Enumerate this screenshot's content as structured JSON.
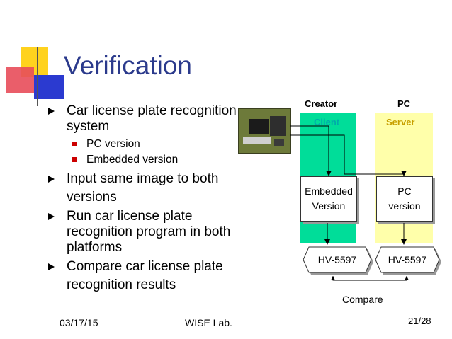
{
  "title": "Verification",
  "bullets": [
    {
      "text": "Car license plate recognition system",
      "sub": [
        "PC version",
        "Embedded version"
      ]
    },
    {
      "text": "Input same image to both versions",
      "sub": []
    },
    {
      "text": "Run car license plate recognition program in both platforms",
      "sub": []
    },
    {
      "text": "Compare car license plate recognition results",
      "sub": []
    }
  ],
  "diagram": {
    "creator_label": "Creator",
    "pc_label": "PC",
    "client_label": "Client",
    "server_label": "Server",
    "embedded_line1": "Embedded",
    "embedded_line2": "Version",
    "pc_line1": "PC",
    "pc_line2": "version",
    "left_output": "HV-5597",
    "right_output": "HV-5597",
    "compare_label": "Compare"
  },
  "footer": {
    "date": "03/17/15",
    "lab": "WISE Lab.",
    "page": "21/28"
  },
  "colors": {
    "title": "#2b3a8c",
    "creator_fill": "#00dd99",
    "pc_fill": "#ffffaa",
    "client_text": "#00aaaa",
    "server_text": "#c8a000",
    "sub_bullet": "#cc0000"
  }
}
